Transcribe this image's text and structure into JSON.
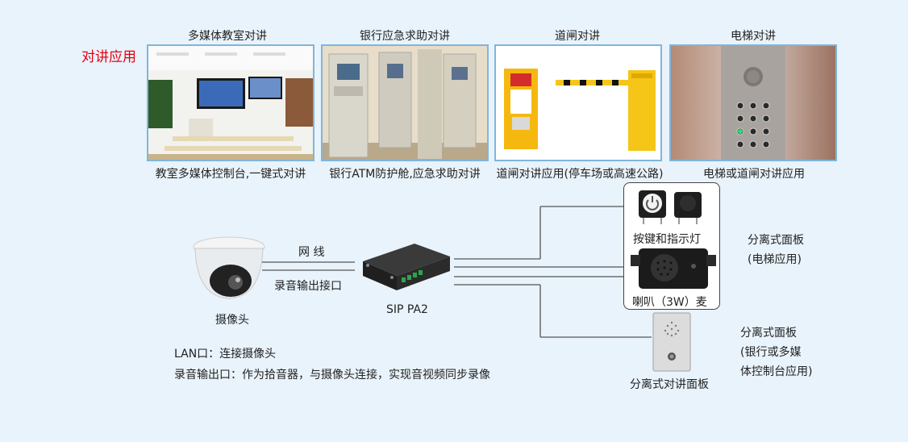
{
  "section_label": "对讲应用",
  "applications": [
    {
      "title": "多媒体教室对讲",
      "caption": "教室多媒体控制台,一键式对讲",
      "image": "classroom-photo"
    },
    {
      "title": "银行应急求助对讲",
      "caption": "银行ATM防护舱,应急求助对讲",
      "image": "atm-photo"
    },
    {
      "title": "道闸对讲",
      "caption": "道闸对讲应用(停车场或高速公路)",
      "image": "barrier-gate-photo"
    },
    {
      "title": "电梯对讲",
      "caption": "电梯或道闸对讲应用",
      "image": "elevator-panel-photo"
    }
  ],
  "diagram": {
    "camera_label": "摄像头",
    "network_cable_label": "网 线",
    "audio_out_label": "录音输出接口",
    "device_label": "SIP PA2",
    "buttons_label": "按键和指示灯",
    "speaker_label": "喇叭（3W）麦",
    "panel_split_label": "分离式面板",
    "panel_split_note": "(电梯应用)",
    "panel_lower_label": "分离式面板",
    "panel_lower_note_1": "(银行或多媒",
    "panel_lower_note_2": "体控制台应用)",
    "intercom_panel_label": "分离式对讲面板",
    "lan_note": "LAN口：连接摄像头",
    "audio_note": "录音输出口：作为拾音器，与摄像头连接，实现音视频同步录像"
  }
}
